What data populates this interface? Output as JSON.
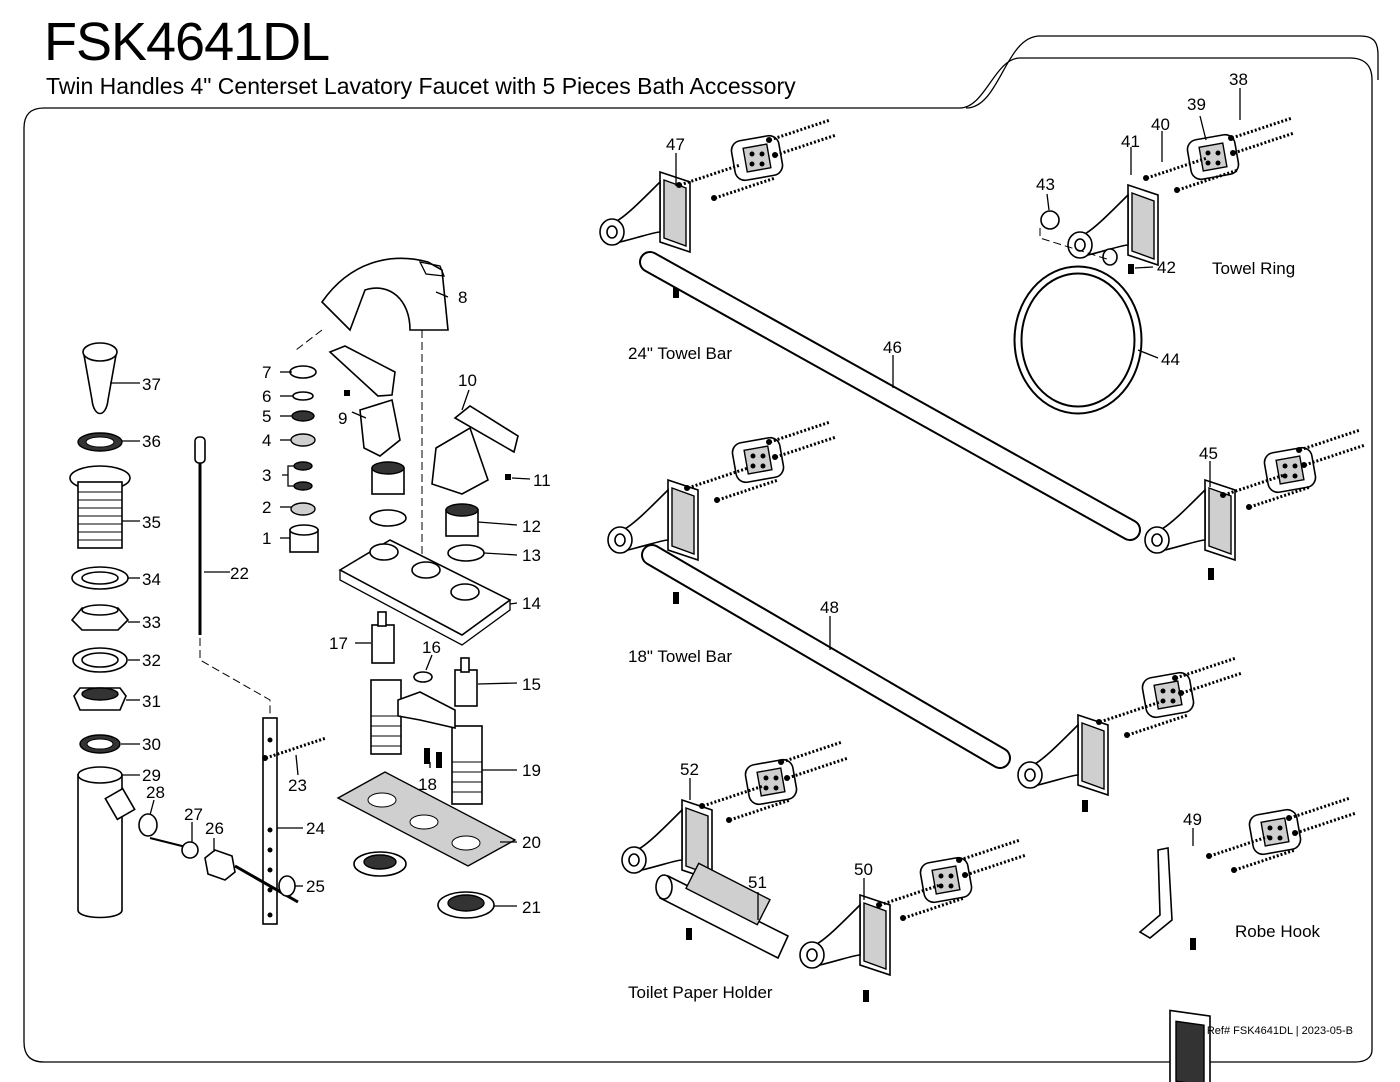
{
  "header": {
    "title": "FSK4641DL",
    "subtitle": "Twin Handles 4\" Centerset Lavatory Faucet with 5 Pieces Bath Accessory"
  },
  "part_numbers": [
    "1",
    "2",
    "3",
    "4",
    "5",
    "6",
    "7",
    "8",
    "9",
    "10",
    "11",
    "12",
    "13",
    "14",
    "15",
    "16",
    "17",
    "18",
    "19",
    "20",
    "21",
    "22",
    "23",
    "24",
    "25",
    "26",
    "27",
    "28",
    "29",
    "30",
    "31",
    "32",
    "33",
    "34",
    "35",
    "36",
    "37",
    "38",
    "39",
    "40",
    "41",
    "42",
    "43",
    "44",
    "45",
    "46",
    "47",
    "48",
    "49",
    "50",
    "51",
    "52"
  ],
  "group_labels": {
    "towel_bar_24": "24\" Towel Bar",
    "towel_bar_18": "18\" Towel Bar",
    "towel_ring": "Towel Ring",
    "robe_hook": "Robe Hook",
    "toilet_paper_holder": "Toilet Paper Holder"
  },
  "footer": {
    "ref": "Ref# FSK4641DL | 2023-05-B"
  }
}
